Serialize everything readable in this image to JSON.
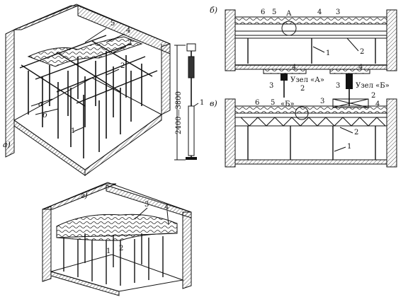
{
  "figure": {
    "panels": [
      {
        "id": "a",
        "label": "а)"
      },
      {
        "id": "b",
        "label": "б)"
      },
      {
        "id": "v",
        "label": "в)"
      },
      {
        "id": "g",
        "label": "г)"
      }
    ],
    "height_range": "2400—3800",
    "node_a_title": "А",
    "node_a_caption": "Узел «А»",
    "node_b_caption": "Узел «Б»",
    "node_b_marker": "«Б»",
    "dim_a": "а",
    "dim_b": "б",
    "numbers": [
      "1",
      "2",
      "3",
      "4",
      "5",
      "6"
    ]
  }
}
